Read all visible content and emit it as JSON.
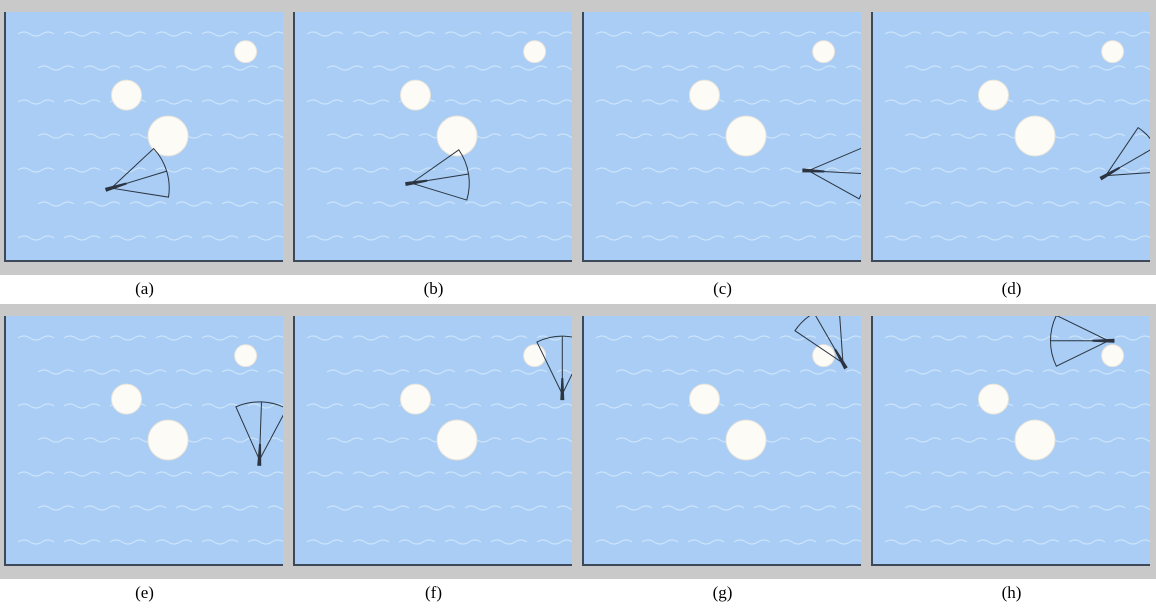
{
  "colors": {
    "water": "#a9cdf4",
    "wave": "#d6e8fb",
    "frame": "#c9c9c9",
    "border": "#3d4858",
    "obstacle": "#fdfbf6",
    "sensor": "#2b3440"
  },
  "obstacles": [
    {
      "name": "small",
      "col": 0.865,
      "row": 0.16,
      "size": "small"
    },
    {
      "name": "medium",
      "col": 0.435,
      "row": 0.335,
      "size": "medium"
    },
    {
      "name": "large",
      "col": 0.585,
      "row": 0.5,
      "size": "large"
    }
  ],
  "panels": [
    {
      "caption": "(a)",
      "robot": {
        "col": 0.38,
        "row": 0.71,
        "heading": -17
      }
    },
    {
      "caption": "(b)",
      "robot": {
        "col": 0.42,
        "row": 0.69,
        "heading": -9
      }
    },
    {
      "caption": "(c)",
      "robot": {
        "col": 0.81,
        "row": 0.64,
        "heading": 3
      }
    },
    {
      "caption": "(d)",
      "robot": {
        "col": 0.84,
        "row": 0.66,
        "heading": -30
      }
    },
    {
      "caption": "(e)",
      "robot": {
        "col": 0.915,
        "row": 0.58,
        "heading": -88
      }
    },
    {
      "caption": "(f)",
      "robot": {
        "col": 0.965,
        "row": 0.315,
        "heading": -90
      }
    },
    {
      "caption": "(g)",
      "robot": {
        "col": 0.935,
        "row": 0.19,
        "heading": -120
      }
    },
    {
      "caption": "(h)",
      "robot": {
        "col": 0.85,
        "row": 0.1,
        "heading": 180
      }
    }
  ]
}
